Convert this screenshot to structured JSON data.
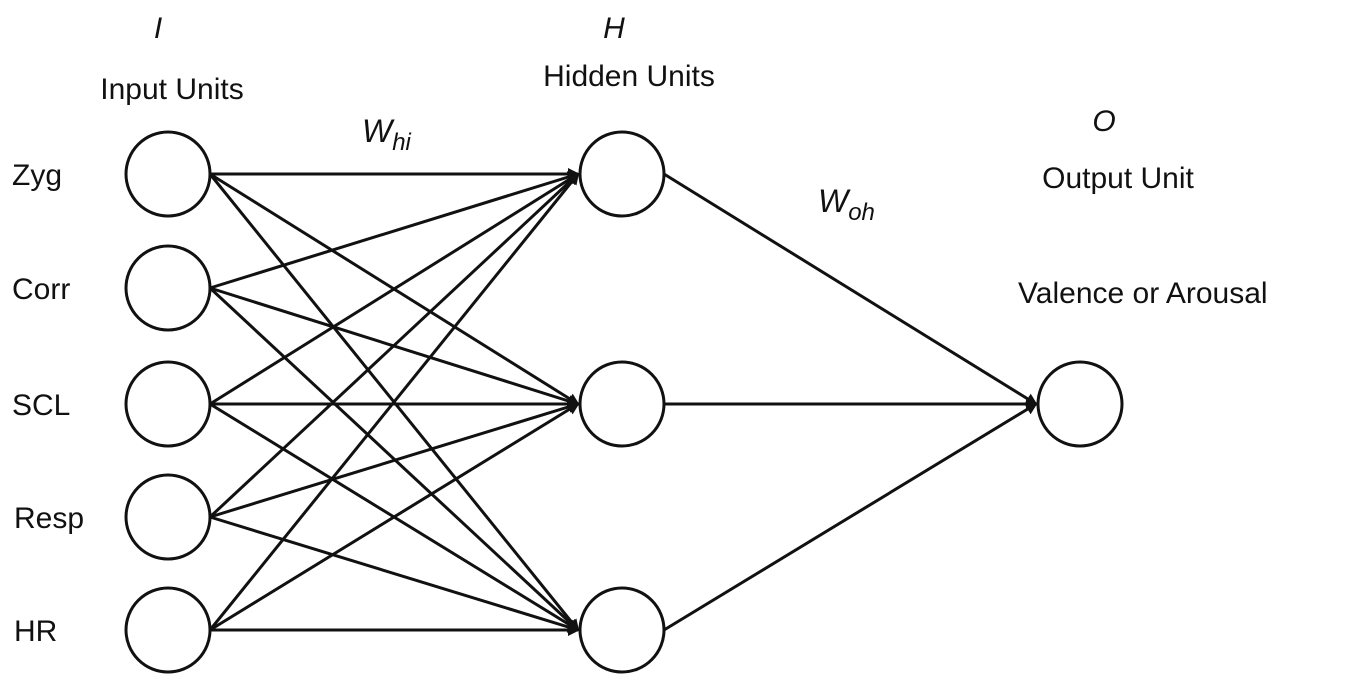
{
  "input_layer": {
    "symbol": "I",
    "title": "Input Units",
    "units": [
      "Zyg",
      "Corr",
      "SCL",
      "Resp",
      "HR"
    ]
  },
  "hidden_layer": {
    "symbol": "H",
    "title": "Hidden Units",
    "unit_count": 3
  },
  "output_layer": {
    "symbol": "O",
    "title": "Output Unit",
    "target": "Valence or Arousal",
    "unit_count": 1
  },
  "weights": {
    "input_hidden": {
      "base": "W",
      "sub": "hi"
    },
    "hidden_output": {
      "base": "W",
      "sub": "oh"
    }
  },
  "colors": {
    "stroke": "#111111",
    "node_fill": "#ffffff",
    "background": "#ffffff"
  }
}
